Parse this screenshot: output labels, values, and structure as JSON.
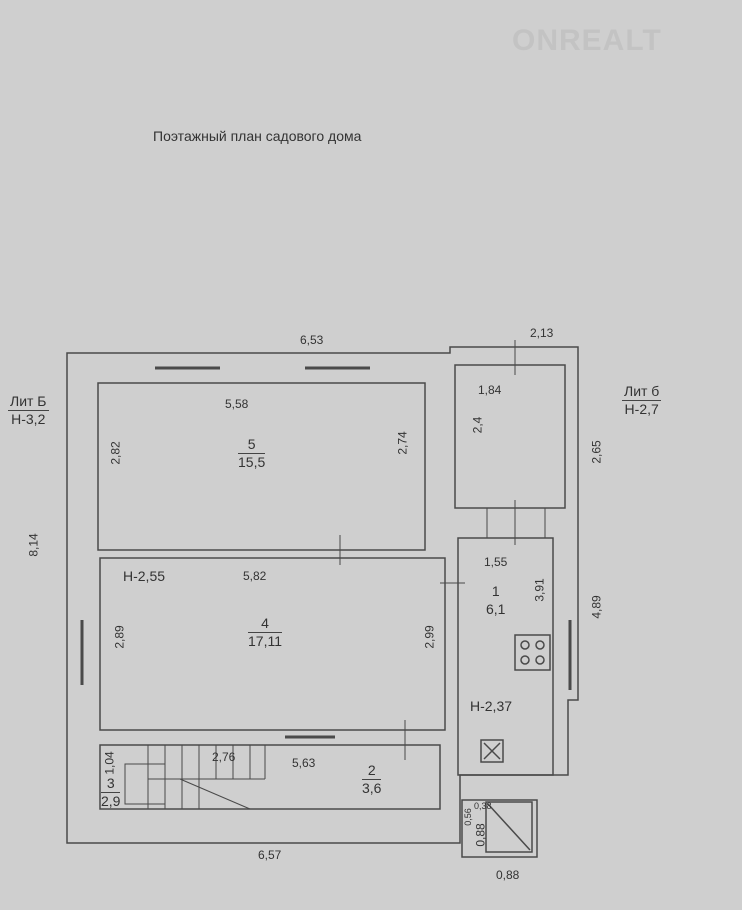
{
  "title": "Поэтажный план садового дома",
  "watermark": "ONREALT",
  "labels": {
    "lit_left": "Лит Б",
    "h_left": "Н-3,2",
    "lit_right": "Лит б",
    "h_right": "Н-2,7",
    "h_room4": "Н-2,55",
    "h_room1": "Н-2,37"
  },
  "dimensions": {
    "top_main": "6,53",
    "top_right": "2,13",
    "left_total": "8,14",
    "right_upper": "2,65",
    "right_lower": "4,89",
    "bottom": "6,57",
    "bottom_small": "0,88",
    "small_v1": "0,56",
    "small_h": "0,38",
    "small_v2": "0,88"
  },
  "rooms": {
    "r5": {
      "num": "5",
      "area": "15,5",
      "width": "5,58",
      "left": "2,82",
      "right": "2,74"
    },
    "r4": {
      "num": "4",
      "area": "17,11",
      "width": "5,82",
      "left": "2,89",
      "right": "2,99"
    },
    "r2": {
      "num": "2",
      "area": "3,6",
      "width": "5,63",
      "stair": "2,76"
    },
    "r3": {
      "num": "3",
      "area": "2,9",
      "height": "1,04"
    },
    "r1": {
      "num": "1",
      "area": "6,1",
      "width": "1,55",
      "height": "3,91"
    },
    "side": {
      "width": "1,84",
      "height": "2,4"
    }
  }
}
